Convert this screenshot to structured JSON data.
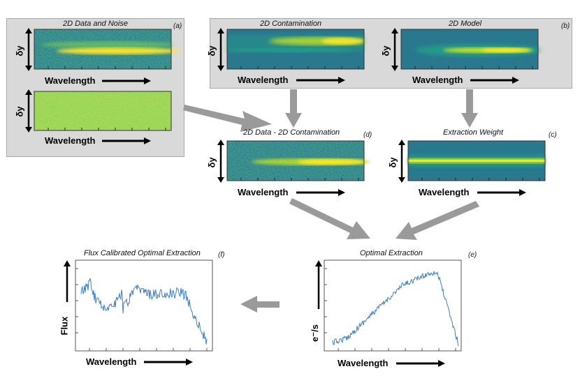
{
  "panels": {
    "a": {
      "title": "2D Data and Noise",
      "tag": "(a)",
      "xlabel": "Wavelength",
      "ylabel": "δy"
    },
    "b": {
      "tag": "(b)",
      "contamination_title": "2D Contamination",
      "model_title": "2D Model",
      "xlabel": "Wavelength",
      "ylabel": "δy"
    },
    "c": {
      "title": "Extraction Weight",
      "tag": "(c)",
      "xlabel": "Wavelength",
      "ylabel": "δy"
    },
    "d": {
      "title": "2D Data - 2D Contamination",
      "tag": "(d)",
      "xlabel": "Wavelength",
      "ylabel": "δy"
    },
    "e": {
      "title": "Optimal Extraction",
      "tag": "(e)",
      "xlabel": "Wavelength",
      "ylabel": "e⁻/s"
    },
    "f": {
      "title": "Flux Calibrated Optimal Extraction",
      "tag": "(f)",
      "xlabel": "Wavelength",
      "ylabel": "Flux"
    }
  },
  "colors": {
    "viridis_dark": "#2a788e",
    "viridis_mid": "#22a884",
    "viridis_light": "#7ad151",
    "viridis_bright": "#fde725",
    "line": "#3f7fbf",
    "arrow": "#9a9a9a",
    "box": "#d9d9d9"
  }
}
